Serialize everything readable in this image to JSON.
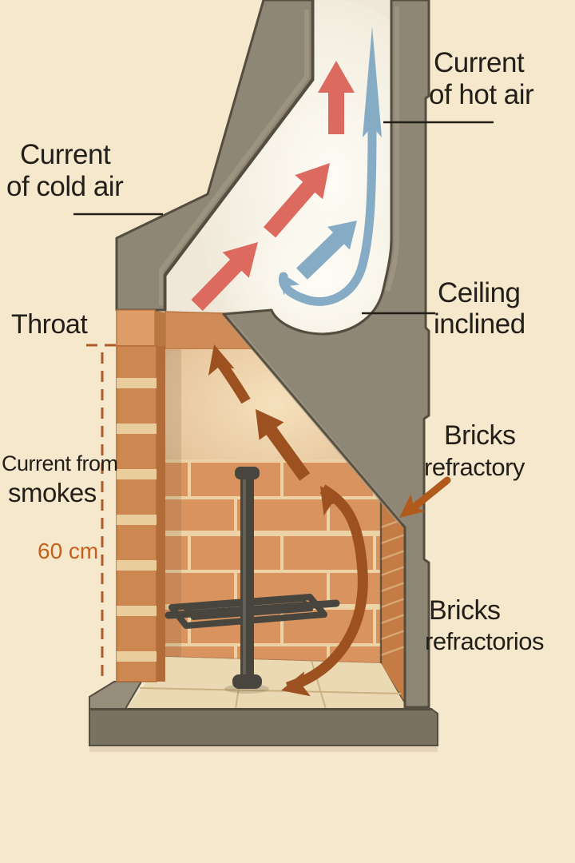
{
  "diagram_title": "Fireplace chimney cross-section with air currents",
  "labels": {
    "cold_air_1": "Current",
    "cold_air_2": "of cold air",
    "hot_air_1": "Current",
    "hot_air_2": "of hot air",
    "ceiling_1": "Ceiling",
    "ceiling_2": "inclined",
    "throat": "Throat",
    "smokes_1": "Current from",
    "smokes_2": "smokes",
    "measurement": "60 cm",
    "refractory_1": "Bricks",
    "refractory_2": "refractory",
    "refractorios_1": "Bricks",
    "refractorios_2": "refractorios"
  },
  "colors": {
    "bg": "#f6e8cd",
    "flue": "#efe8d8",
    "flue_glow": "#fefcf5",
    "wall": "#8f8775",
    "wall_light": "#a89f8a",
    "wall_dark": "#554e3f",
    "brick": "#d9935f",
    "mortar": "#ecd2a4",
    "brick_jamb": "#cd8751",
    "brick_jamb_side": "#b06c39",
    "brick_side": "#c57c44",
    "smooth": "#e4c096",
    "smooth_glow": "#f6e3bf",
    "strip": "#cf8c58",
    "lintel": "#dd9d68",
    "lintel_side": "#b97740",
    "floor": "#ead9b2",
    "floor_line": "#ccb183",
    "plinth_top": "#968d7a",
    "plinth_front": "#7a7261",
    "plinth_dark": "#544e41",
    "metal": "#47453d",
    "red": "#dd6a5f",
    "blue": "#85abc5",
    "brown": "#9d5120",
    "brown_label": "#b05a1c",
    "ink": "#221f19",
    "dash": "#b05a28",
    "measure_text": "#c2601c"
  }
}
